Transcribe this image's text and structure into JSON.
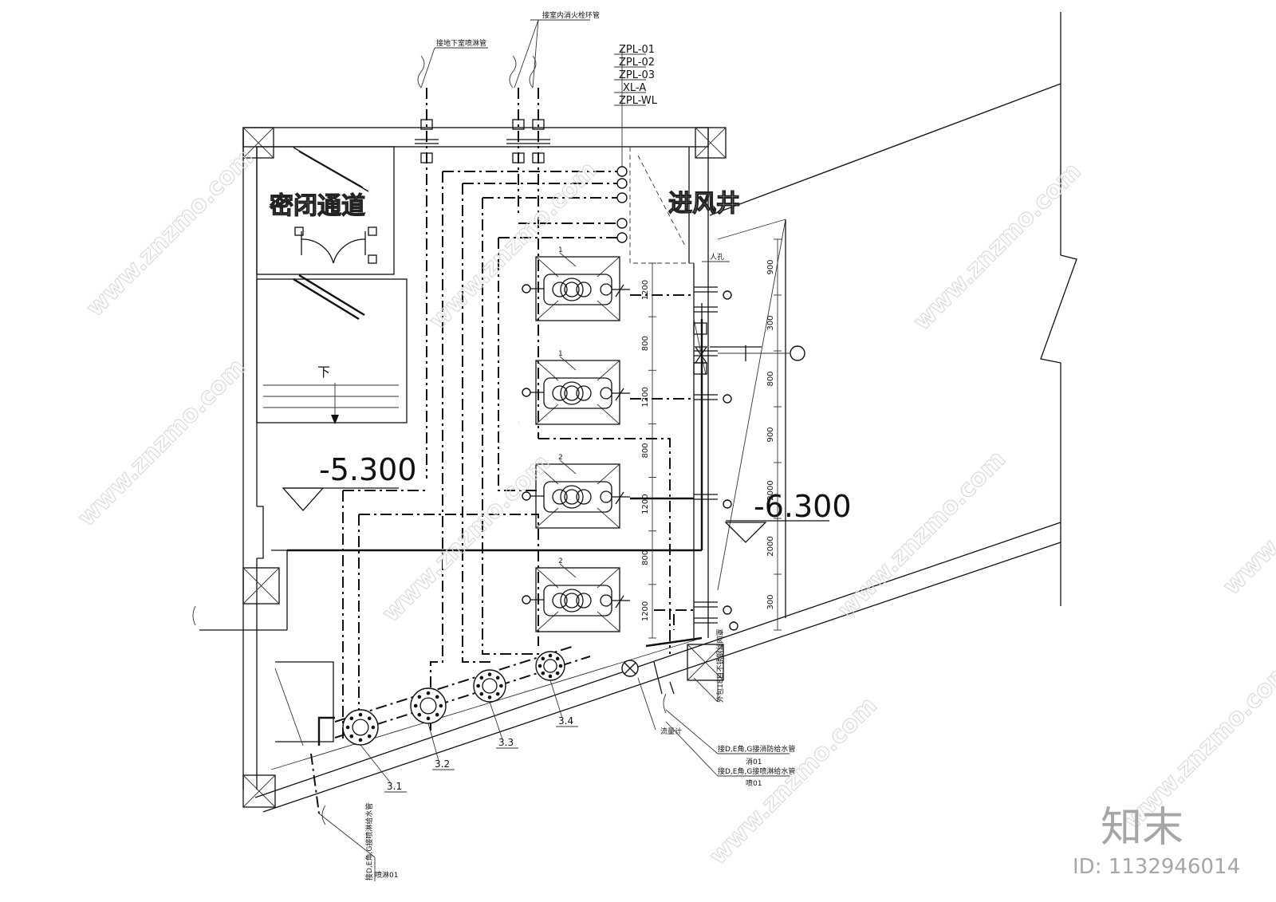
{
  "labels": {
    "riser_tags": [
      "ZPL-01",
      "ZPL-02",
      "ZPL-03",
      "XL-A",
      "ZPL-WL"
    ],
    "room_sealed_passage": "密闭通道",
    "room_air_intake_shaft": "进风井",
    "stair_down": "下",
    "elev_upper": "-5.300",
    "elev_lower": "-6.300",
    "note_top_left": "接地下室喷淋管",
    "note_top_center": "接室内消火栓环管",
    "note_right_mid": "外包18目不锈钢丝网罩",
    "note_flowmeter": "流量计",
    "note_pipe_fire_1": "接D,E角,G接消防给水管",
    "note_pipe_fire_1b": "消01",
    "note_pipe_spray_1": "接D,E角,G接喷淋给水管",
    "note_pipe_spray_1b": "喷01",
    "note_pipe_bottom": "接D,E角,G接喷淋给水管",
    "note_pipe_bottom_b": "喷淋01",
    "note_manhole": "人孔",
    "pump_tags": [
      "1",
      "1",
      "2",
      "2"
    ],
    "suction_tags": [
      "3.1",
      "3.2",
      "3.3",
      "3.4"
    ]
  },
  "dimensions": {
    "pump_column": [
      "1200",
      "800",
      "1200",
      "800",
      "1200",
      "800",
      "1200"
    ],
    "shaft_column": [
      "900",
      "300",
      "800",
      "900",
      "2000",
      "2000",
      "300"
    ]
  },
  "watermark": {
    "site": "www.znzmo.com",
    "brand_cn": "知末",
    "id_text": "ID: 1132946014"
  }
}
